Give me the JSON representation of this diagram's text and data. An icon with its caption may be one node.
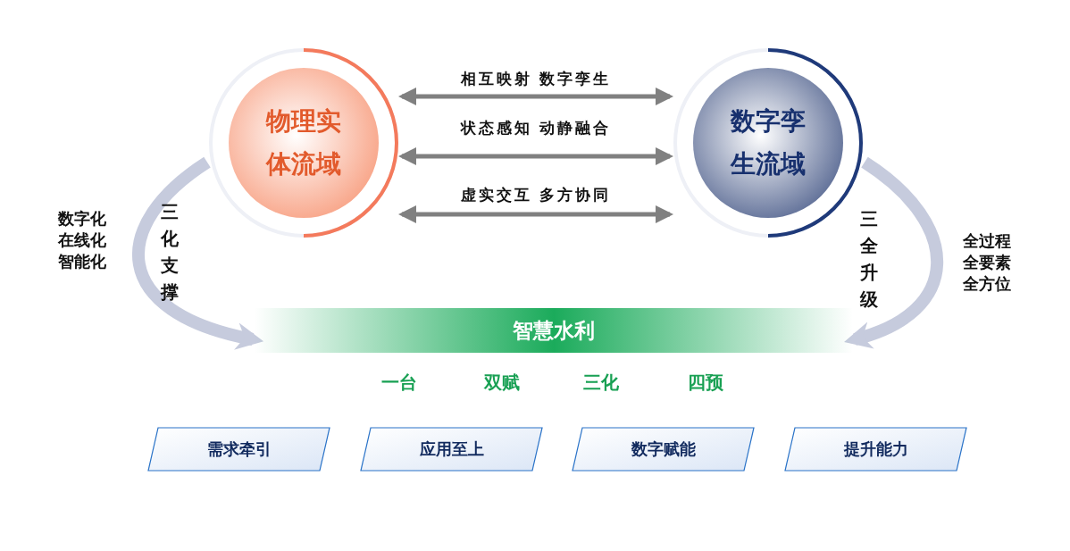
{
  "diagram": {
    "nodes": [
      {
        "text": [
          "物理实体流域"
        ]
      },
      {
        "text": [
          "数字孪生流域"
        ]
      },
      {
        "text": [
          "智慧水利"
        ]
      },
      {
        "text": [
          "需求牵引"
        ]
      },
      {
        "text": [
          "应用至上"
        ]
      },
      {
        "text": [
          "数字赋能"
        ]
      },
      {
        "text": [
          "提升能力"
        ]
      }
    ],
    "edges": [
      {
        "from": 0,
        "to": 1,
        "arrow": "both",
        "label": "相互映射 数字孪生"
      },
      {
        "from": 0,
        "to": 1,
        "arrow": "both",
        "label": "状态感知 动静融合"
      },
      {
        "from": 0,
        "to": 1,
        "arrow": "both",
        "label": "虚实交互 多方协同"
      },
      {
        "from": 0,
        "to": 2,
        "arrow": "to",
        "label": "三化支撑",
        "style": "thick",
        "color": "#c6cbdd"
      },
      {
        "from": 1,
        "to": 2,
        "arrow": "to",
        "label": "三全升级",
        "style": "thick",
        "color": "#c6cbdd"
      }
    ],
    "labels": [
      "数字化",
      "在线化",
      "智能化",
      "全过程",
      "全要素",
      "全方位",
      "一台",
      "双赋",
      "三化",
      "四预"
    ]
  }
}
